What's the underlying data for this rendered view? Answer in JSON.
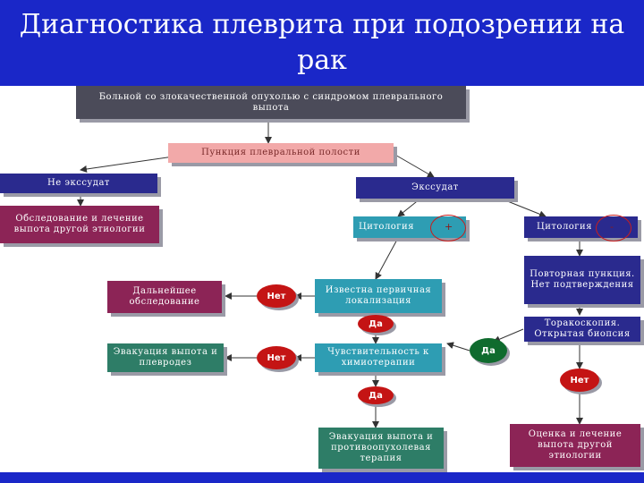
{
  "title": "Диагностика плеврита при подозрении на рак",
  "boxes": {
    "patient": "Больной со злокачественной опухолью с синдромом плеврального выпота",
    "puncture": "Пункция плевральной полости",
    "not_exudate": "Не экссудат",
    "exudate": "Экссудат",
    "examination": "Обследование и лечение выпота другой этиологии",
    "cytology_pos": "Цитология",
    "cytology_neg": "Цитология",
    "repeat_puncture": "Повторная пункция. Нет подтверждения",
    "further_exam": "Дальнейшее обследование",
    "localization": "Известна первичная локализация",
    "thoracoscopy": "Торакоскопия. Открытая биопсия",
    "evacuation_pleurodesis": "Эвакуация выпота и плевродез",
    "sensitivity": "Чувствительность к химиотерапии",
    "evacuation_therapy": "Эвакуация выпота и противоопухолевая терапия",
    "assessment": "Оценка и лечение выпота другой этиологии"
  },
  "ovals": {
    "no_1": "Нет",
    "no_2": "Нет",
    "no_3": "Нет",
    "yes_1": "Да",
    "yes_2": "Да",
    "yes_3": "Да"
  },
  "signs": {
    "plus": "+",
    "minus": "-"
  },
  "colors": {
    "header": "#1a27c8",
    "gray_box": "#4b4b59",
    "pink_box": "#f2a9a9",
    "navy_box": "#2a2a8e",
    "maroon_box": "#8c2456",
    "teal_box": "#2e9db3",
    "green_box": "#2e7d67",
    "red_oval": "#c41414",
    "green_oval": "#0f6b2e"
  }
}
